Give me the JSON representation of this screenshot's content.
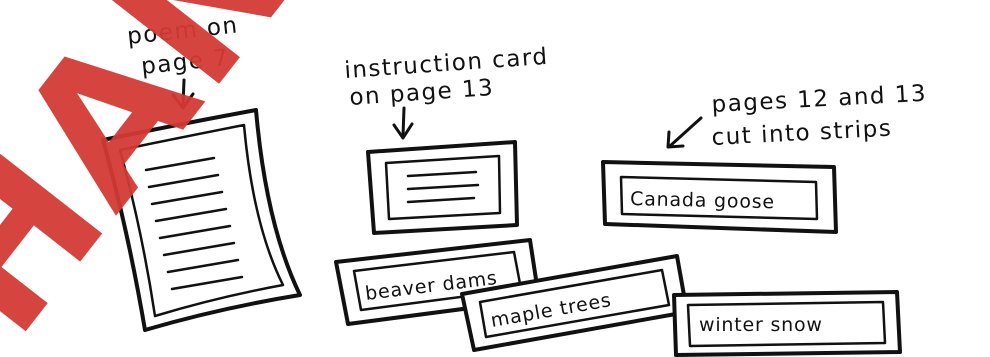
{
  "annotations": {
    "poem_line1": "poem on",
    "poem_line2": "page 7",
    "instruction_line1": "instruction card",
    "instruction_line2": "on page 13",
    "pages_line1": "pages 12 and 13",
    "pages_line2": "cut into strips"
  },
  "strips": [
    "Canada goose",
    "beaver dams",
    "maple trees",
    "winter snow"
  ],
  "watermark": {
    "text": "HANDS",
    "color": "#d43a35"
  }
}
